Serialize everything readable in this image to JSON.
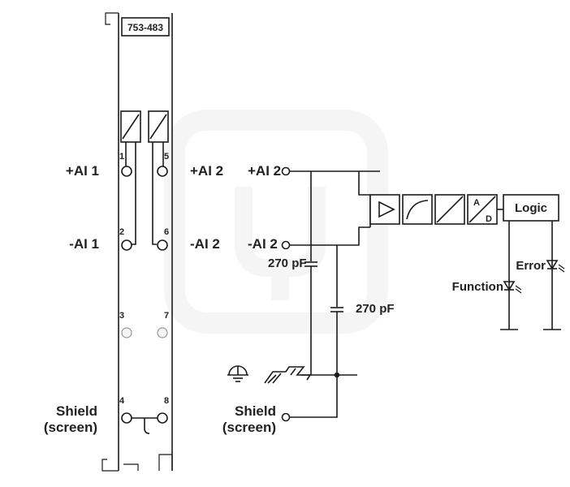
{
  "module": {
    "part_number": "753-483",
    "terminals": [
      {
        "number": "1",
        "label": "+AI 1"
      },
      {
        "number": "2",
        "label": "-AI 1"
      },
      {
        "number": "3",
        "label": ""
      },
      {
        "number": "4",
        "label_line1": "Shield",
        "label_line2": "(screen)"
      },
      {
        "number": "5",
        "label": "+AI 2"
      },
      {
        "number": "6",
        "label": "-AI 2"
      },
      {
        "number": "7",
        "label": ""
      },
      {
        "number": "8",
        "label": ""
      }
    ]
  },
  "schematic": {
    "input_pos_label": "+AI 2",
    "input_neg_label": "-AI 2",
    "shield_line1": "Shield",
    "shield_line2": "(screen)",
    "cap1_label": "270 pF",
    "cap2_label": "270 pF",
    "ad_top": "A",
    "ad_bottom": "D",
    "logic_label": "Logic",
    "function_label": "Function",
    "error_label": "Error"
  },
  "icons": [
    "ground-earth-icon",
    "din-rail-icon",
    "amplifier-icon",
    "filter-icon",
    "converter-icon",
    "ad-converter-icon",
    "led-icon"
  ]
}
